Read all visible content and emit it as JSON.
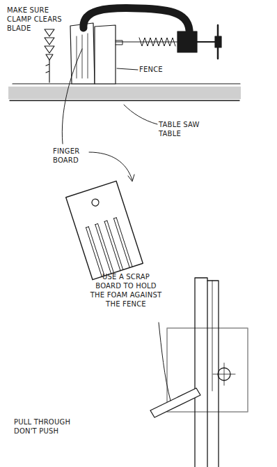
{
  "diagram": {
    "labels": [
      "MAKE SURE CLAMP CLEARS BLADE",
      "FENCE",
      "TABLE SAW TABLE",
      "FINGER BOARD",
      "USE A SCRAP BOARD TO HOLD THE FOAM AGAINST THE FENCE",
      "PULL THROUGH DON'T PUSH"
    ]
  }
}
